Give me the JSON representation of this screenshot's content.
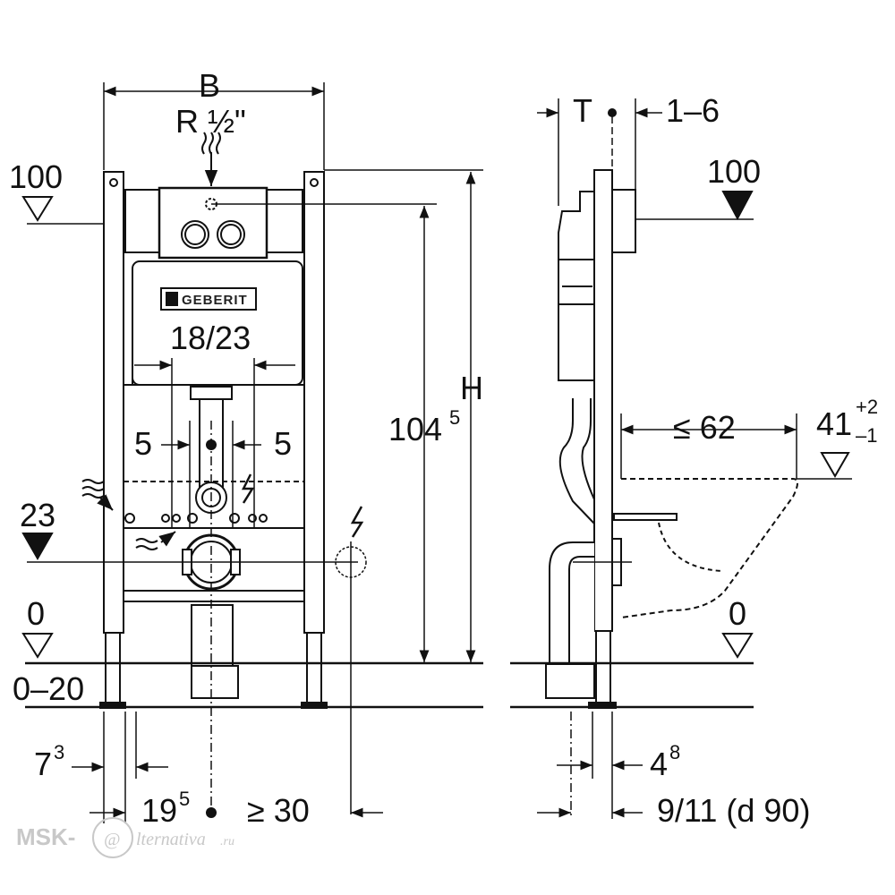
{
  "labels": {
    "width": "B",
    "thread": "R ½\"",
    "depth": "T",
    "depth_range": "1–6",
    "ref_100_left": "100",
    "ref_100_right": "100",
    "spacing": "18/23",
    "offset_left": "5",
    "offset_right": "5",
    "level_23": "23",
    "height_1045_main": "104",
    "height_1045_sup": "5",
    "height": "H",
    "max_62": "≤ 62",
    "dim_41": "41",
    "dim_41_plus": "+2",
    "dim_41_minus": "–1",
    "zero_left": "0",
    "zero_right": "0",
    "floor_range": "0–20",
    "dim_73_main": "7",
    "dim_73_sup": "3",
    "dim_195_main": "19",
    "dim_195_sup": "5",
    "min_30": "≥ 30",
    "dim_48_main": "4",
    "dim_48_sup": "8",
    "pipe": "9/11 (d 90)"
  },
  "brand": {
    "logo_text": "GEBERIT"
  },
  "watermark": {
    "prefix": "MSK-",
    "suffix": "lternativa",
    "tld": ".ru"
  },
  "colors": {
    "ink": "#111111",
    "watermark": "#c8c8c8",
    "background": "#ffffff"
  }
}
